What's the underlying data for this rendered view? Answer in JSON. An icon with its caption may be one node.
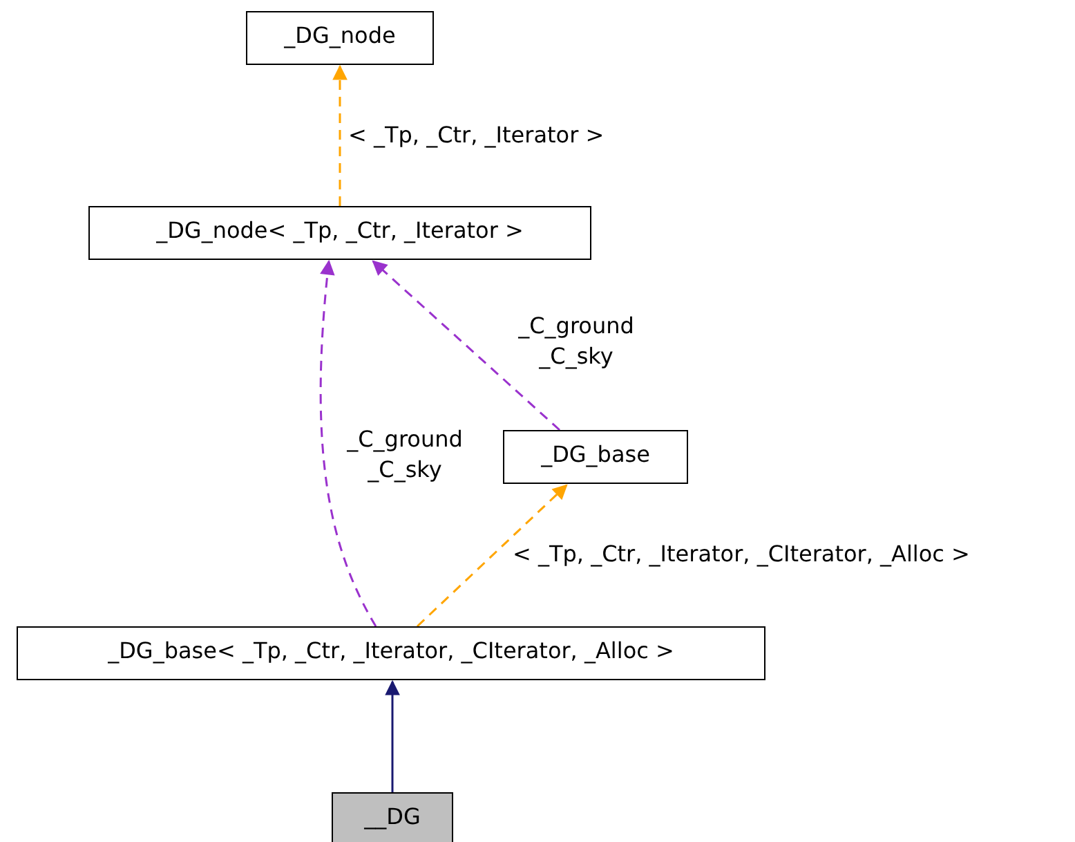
{
  "diagram": {
    "nodes": [
      {
        "text": [
          "_DG_node"
        ]
      },
      {
        "text": [
          "_DG_node< _Tp, _Ctr, _Iterator >"
        ]
      },
      {
        "text": [
          "_DG_base"
        ]
      },
      {
        "text": [
          "_DG_base< _Tp, _Ctr, _Iterator, _CIterator, _Alloc >"
        ]
      },
      {
        "text": [
          "__DG"
        ]
      }
    ],
    "edges": [
      {
        "from": 1,
        "to": 0,
        "arrow": "to",
        "label": "< _Tp, _Ctr, _Iterator >",
        "style": "dashed",
        "color": "#ffa500"
      },
      {
        "from": 3,
        "to": 1,
        "arrow": "to",
        "label": "_C_ground _C_sky",
        "style": "dashed",
        "color": "#9a32cd"
      },
      {
        "from": 2,
        "to": 1,
        "arrow": "to",
        "label": "_C_ground _C_sky",
        "style": "dashed",
        "color": "#9a32cd"
      },
      {
        "from": 3,
        "to": 2,
        "arrow": "to",
        "label": "< _Tp, _Ctr, _Iterator, _CIterator, _Alloc >",
        "style": "dashed",
        "color": "#ffa500"
      },
      {
        "from": 4,
        "to": 3,
        "arrow": "to",
        "color": "#191970"
      }
    ]
  }
}
